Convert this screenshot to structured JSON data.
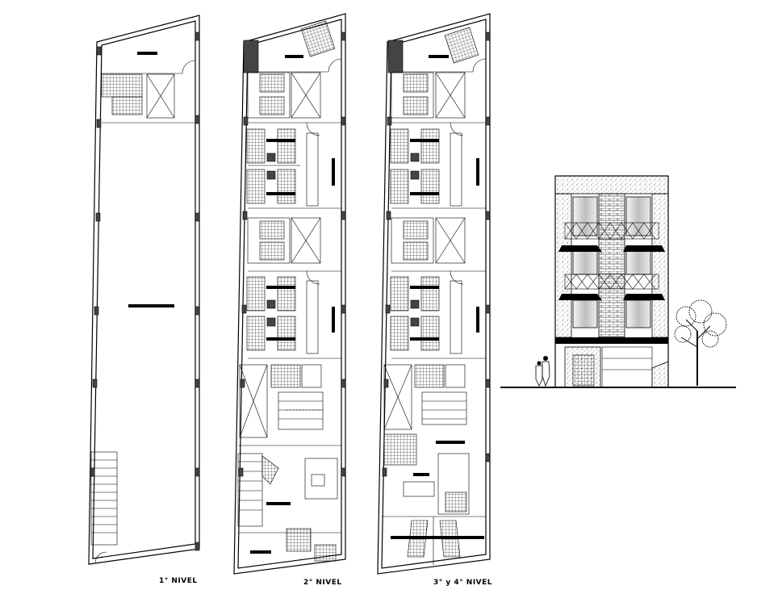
{
  "drawing": {
    "labels": {
      "level1": "1° NIVEL",
      "level2": "2° NIVEL",
      "level34": "3° y 4° NIVEL"
    },
    "views": [
      {
        "name": "plan-level-1",
        "kind": "floor plan"
      },
      {
        "name": "plan-level-2",
        "kind": "floor plan"
      },
      {
        "name": "plan-level-3-4",
        "kind": "floor plan"
      },
      {
        "name": "front-elevation",
        "kind": "elevation"
      }
    ]
  }
}
